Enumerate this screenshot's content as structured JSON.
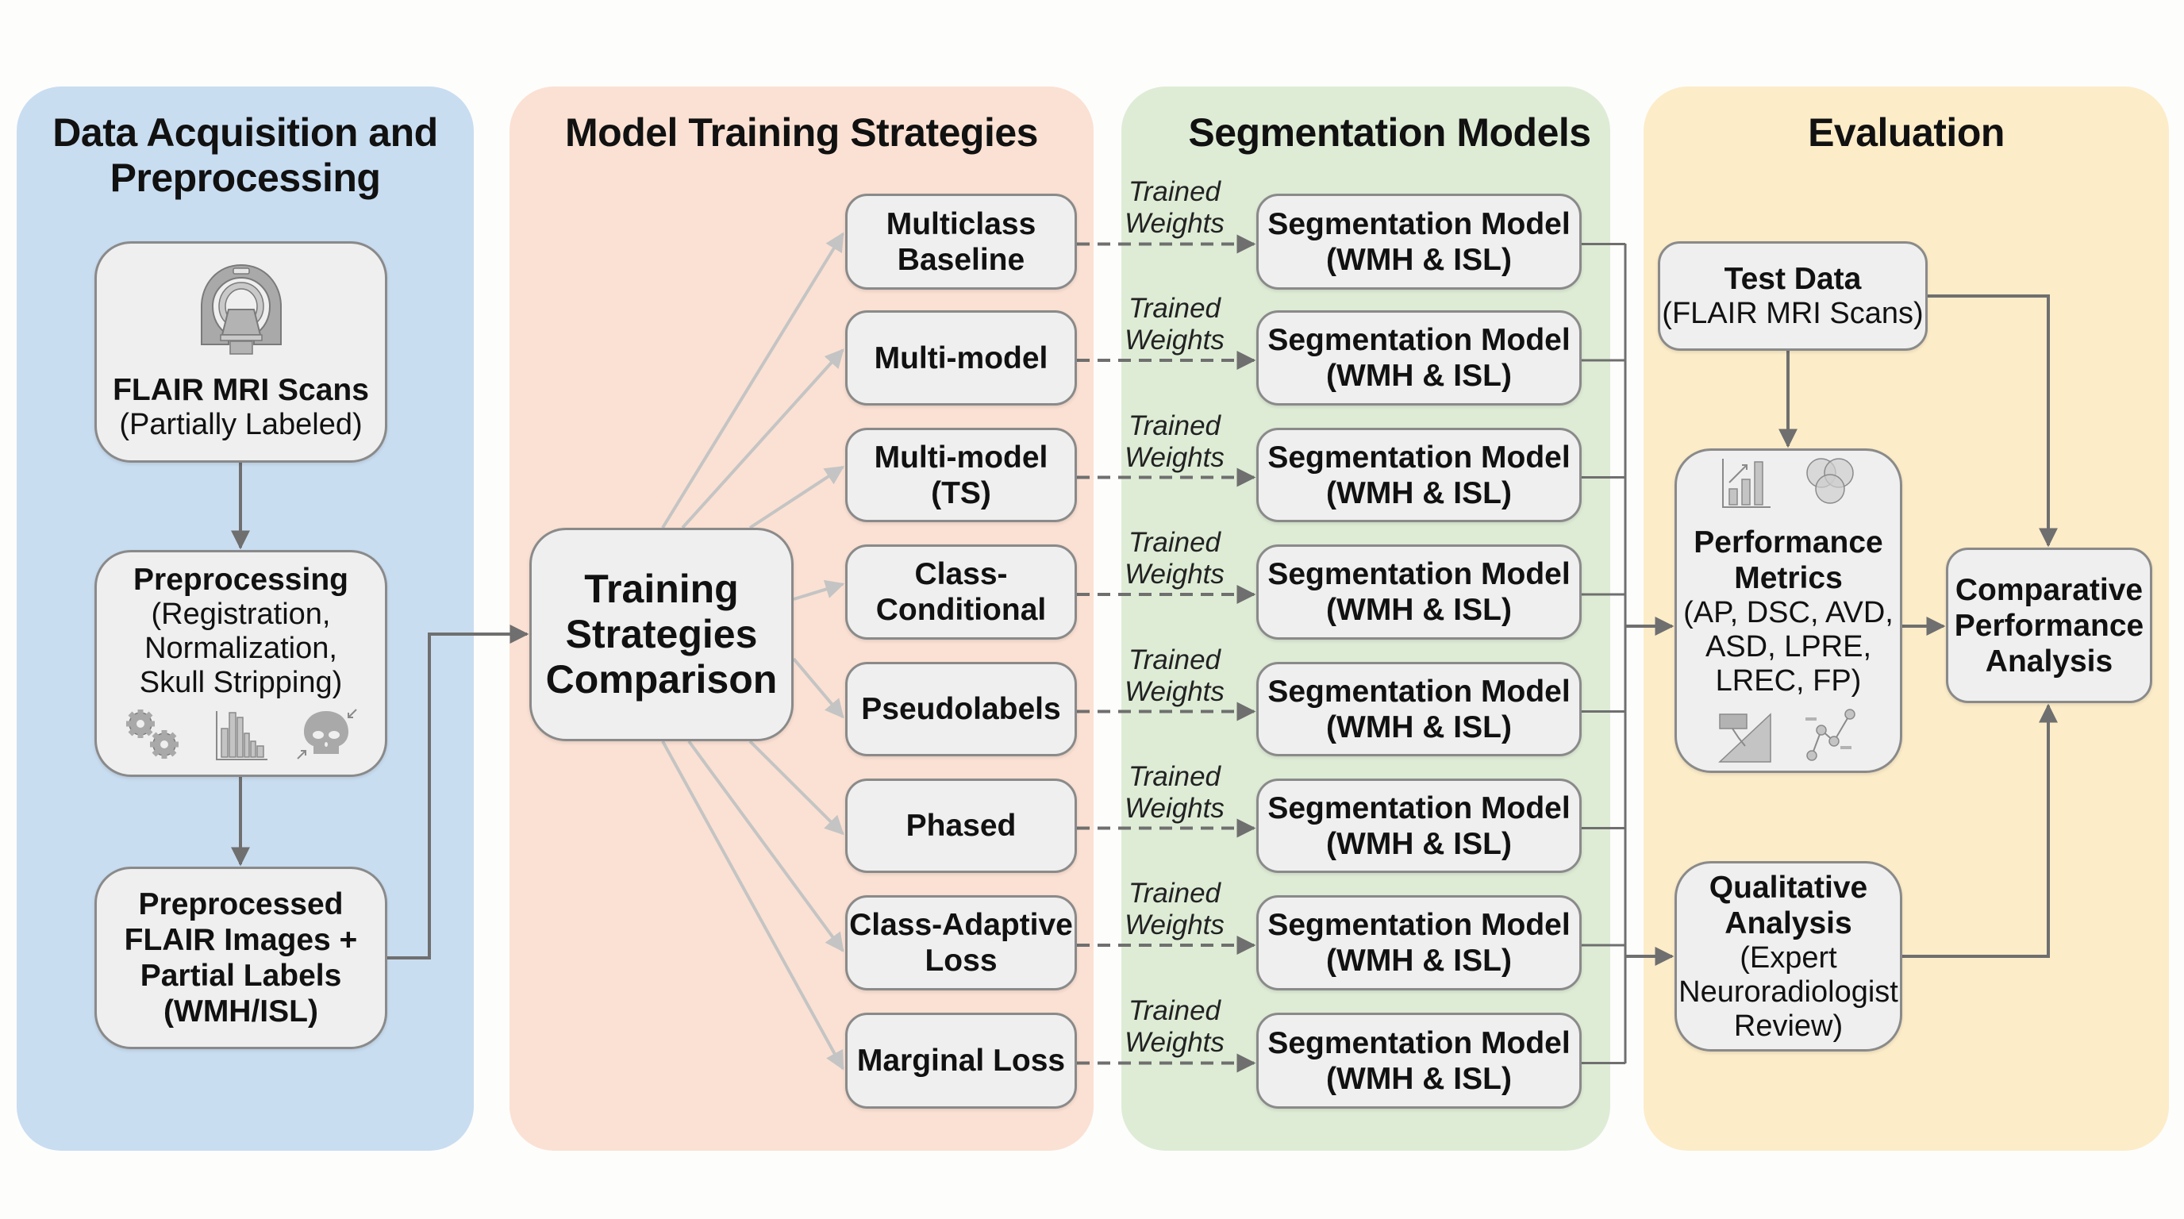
{
  "colors": {
    "panel_data": "#c9ddf1",
    "panel_training": "#fbe1d3",
    "panel_segmentation": "#deecd6",
    "panel_evaluation": "#fcecc8",
    "box_fill": "#efefef",
    "box_border": "#8a8a8a",
    "arrow_dark": "#6f6f6f",
    "arrow_light": "#c4c4c4"
  },
  "panels": {
    "data": {
      "title_line1": "Data Acquisition and",
      "title_line2": "Preprocessing",
      "flair": {
        "title": "FLAIR MRI Scans",
        "subtitle": "(Partially Labeled)",
        "icon": "mri-scanner-icon"
      },
      "preprocessing": {
        "title": "Preprocessing",
        "lines": [
          "(Registration,",
          "Normalization,",
          "Skull Stripping)"
        ],
        "icons": [
          "gears-icon",
          "histogram-icon",
          "skull-icon"
        ]
      },
      "preprocessed": {
        "lines": [
          "Preprocessed",
          "FLAIR Images +",
          "Partial Labels",
          "(WMH/ISL)"
        ]
      }
    },
    "training": {
      "title": "Model Training Strategies",
      "comparison": {
        "lines": [
          "Training",
          "Strategies",
          "Comparison"
        ]
      },
      "strategies": [
        {
          "lines": [
            "Multiclass",
            "Baseline"
          ]
        },
        {
          "lines": [
            "Multi-model"
          ]
        },
        {
          "lines": [
            "Multi-model",
            "(TS)"
          ]
        },
        {
          "lines": [
            "Class-",
            "Conditional"
          ]
        },
        {
          "lines": [
            "Pseudolabels"
          ]
        },
        {
          "lines": [
            "Phased"
          ]
        },
        {
          "lines": [
            "Class-Adaptive",
            "Loss"
          ]
        },
        {
          "lines": [
            "Marginal Loss"
          ]
        }
      ]
    },
    "segmentation": {
      "title": "Segmentation Models",
      "edge_label_line1": "Trained",
      "edge_label_line2": "Weights",
      "models": [
        {
          "title": "Segmentation Model",
          "subtitle": "(WMH & ISL)"
        },
        {
          "title": "Segmentation Model",
          "subtitle": "(WMH & ISL)"
        },
        {
          "title": "Segmentation Model",
          "subtitle": "(WMH & ISL)"
        },
        {
          "title": "Segmentation Model",
          "subtitle": "(WMH & ISL)"
        },
        {
          "title": "Segmentation Model",
          "subtitle": "(WMH & ISL)"
        },
        {
          "title": "Segmentation Model",
          "subtitle": "(WMH & ISL)"
        },
        {
          "title": "Segmentation Model",
          "subtitle": "(WMH & ISL)"
        },
        {
          "title": "Segmentation Model",
          "subtitle": "(WMH & ISL)"
        }
      ]
    },
    "evaluation": {
      "title": "Evaluation",
      "test_data": {
        "title": "Test Data",
        "subtitle": "(FLAIR MRI Scans)"
      },
      "performance": {
        "title_lines": [
          "Performance",
          "Metrics"
        ],
        "metric_lines": [
          "(AP, DSC, AVD,",
          "ASD, LPRE,",
          "LREC, FP)"
        ],
        "icons": [
          "bar-chart-trend-icon",
          "venn-diagram-icon",
          "surface-distance-icon",
          "line-graph-icon"
        ]
      },
      "comparative": {
        "lines": [
          "Comparative",
          "Performance",
          "Analysis"
        ]
      },
      "qualitative": {
        "title_lines": [
          "Qualitative",
          "Analysis"
        ],
        "sub_lines": [
          "(Expert",
          "Neuroradiologist",
          "Review)"
        ]
      }
    }
  }
}
